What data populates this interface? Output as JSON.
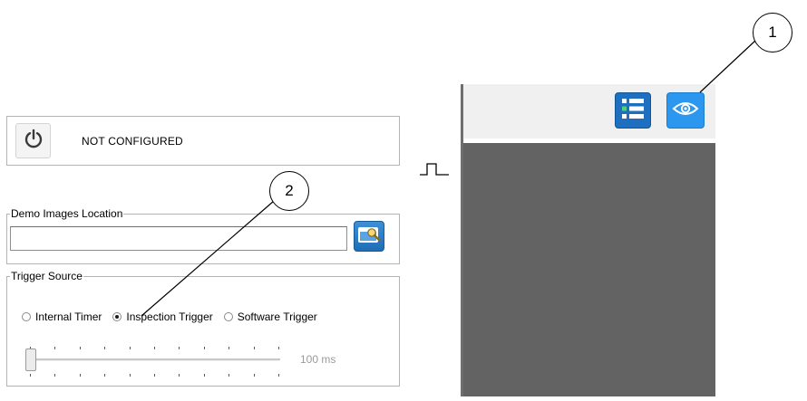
{
  "status": {
    "text": "NOT CONFIGURED"
  },
  "demo_images": {
    "legend": "Demo Images Location",
    "path_value": ""
  },
  "trigger_source": {
    "legend": "Trigger Source",
    "options": [
      {
        "label": "Internal Timer",
        "checked": false
      },
      {
        "label": "Inspection Trigger",
        "checked": true
      },
      {
        "label": "Software Trigger",
        "checked": false
      }
    ],
    "interval_label": "100 ms"
  },
  "callouts": {
    "one": "1",
    "two": "2"
  },
  "icons": {
    "power": "power-icon",
    "browse": "folder-search-icon",
    "list": "list-icon",
    "view": "eye-icon",
    "pulse": "pulse-signal-icon"
  },
  "colors": {
    "accent_blue": "#2c97ee",
    "dark_blue": "#1f6fc1",
    "viewport_gray": "#636363"
  }
}
